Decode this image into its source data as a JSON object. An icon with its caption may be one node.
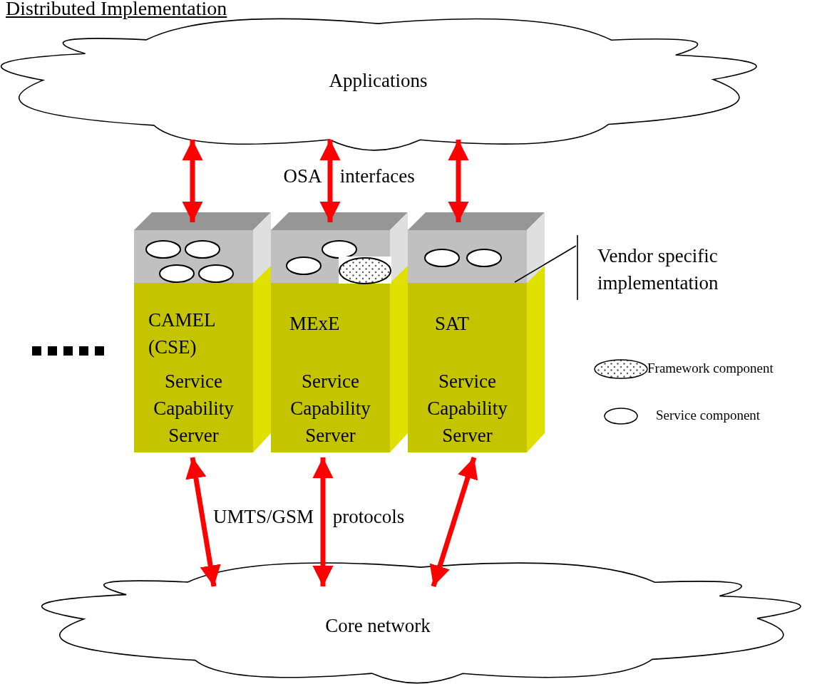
{
  "diagram": {
    "title": "Distributed Implementation",
    "nodes": [
      {
        "text": [
          "Applications"
        ]
      },
      {
        "text": [
          "CAMEL (CSE)",
          "Service Capability Server"
        ]
      },
      {
        "text": [
          "MExE",
          "Service Capability Server"
        ]
      },
      {
        "text": [
          "SAT",
          "Service Capability Server"
        ]
      },
      {
        "text": [
          "Core network"
        ]
      },
      {
        "text": [
          "Vendor specific implementation"
        ]
      }
    ],
    "edges": [
      {
        "from": 0,
        "to": 1,
        "arrow": "both"
      },
      {
        "from": 0,
        "to": 2,
        "arrow": "both"
      },
      {
        "from": 0,
        "to": 3,
        "arrow": "both"
      },
      {
        "from": 1,
        "to": 4,
        "arrow": "both"
      },
      {
        "from": 2,
        "to": 4,
        "arrow": "both"
      },
      {
        "from": 3,
        "to": 4,
        "arrow": "both"
      },
      {
        "from": 5,
        "to": 3,
        "arrow": "none",
        "color": "#000000"
      }
    ],
    "labels": [
      "OSA interfaces",
      "UMTS/GSM protocols"
    ],
    "legend": [
      {
        "text": "Framework component"
      },
      {
        "text": "Service component"
      }
    ]
  }
}
